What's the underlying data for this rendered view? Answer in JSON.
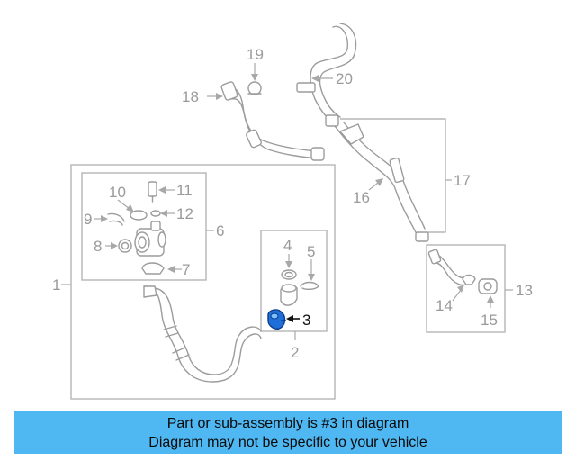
{
  "diagram": {
    "callouts": {
      "c1": "1",
      "c2": "2",
      "c3": "3",
      "c4": "4",
      "c5": "5",
      "c6": "6",
      "c7": "7",
      "c8": "8",
      "c9": "9",
      "c10": "10",
      "c11": "11",
      "c12": "12",
      "c13": "13",
      "c14": "14",
      "c15": "15",
      "c16": "16",
      "c17": "17",
      "c18": "18",
      "c19": "19",
      "c20": "20"
    },
    "highlighted_part": "3",
    "colors": {
      "highlight": "#1e6fd9",
      "line_gray": "#a8a8a8",
      "banner": "#4fb8f2"
    }
  },
  "banner": {
    "line1": "Part or sub-assembly is #3 in diagram",
    "line2": "Diagram may not be specific to your vehicle"
  }
}
